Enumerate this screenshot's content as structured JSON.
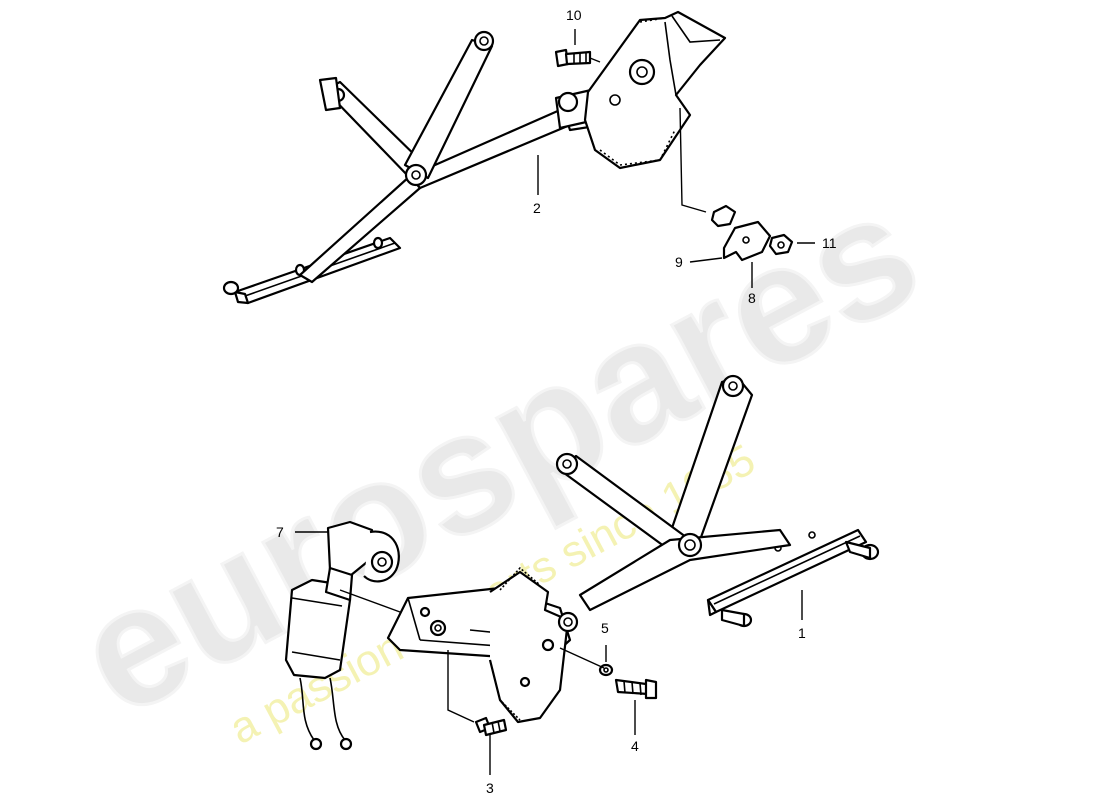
{
  "watermark": {
    "brand": "eurospares",
    "tagline": "a passion for parts since 1985"
  },
  "callouts": [
    "1",
    "2",
    "3",
    "4",
    "5",
    "7",
    "8",
    "9",
    "10",
    "11"
  ]
}
